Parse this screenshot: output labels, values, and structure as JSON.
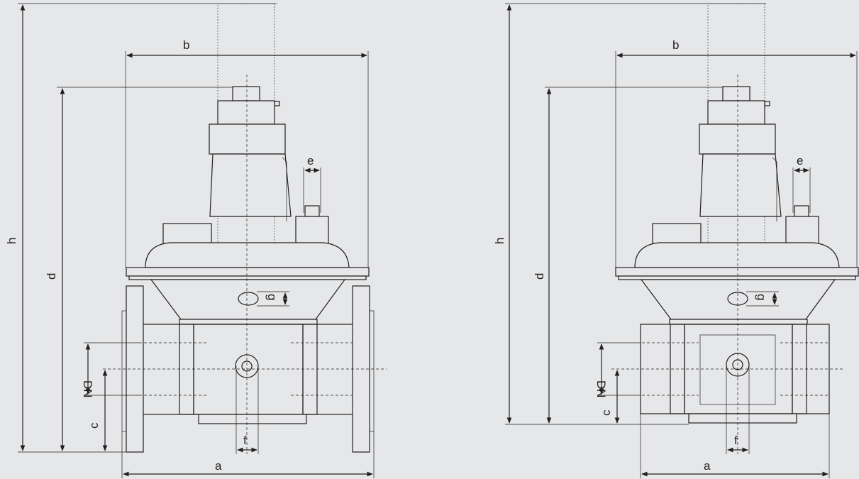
{
  "views": [
    {
      "name": "flanged-valve",
      "labels": {
        "a": "a",
        "b": "b",
        "c": "c",
        "d": "d",
        "e": "e",
        "f": "f",
        "g": "g",
        "h": "h",
        "dn": "DN"
      }
    },
    {
      "name": "wafer-valve",
      "labels": {
        "a": "a",
        "b": "b",
        "c": "c",
        "d": "d",
        "e": "e",
        "f": "f",
        "g": "g",
        "h": "h",
        "dn": "DN"
      }
    }
  ]
}
